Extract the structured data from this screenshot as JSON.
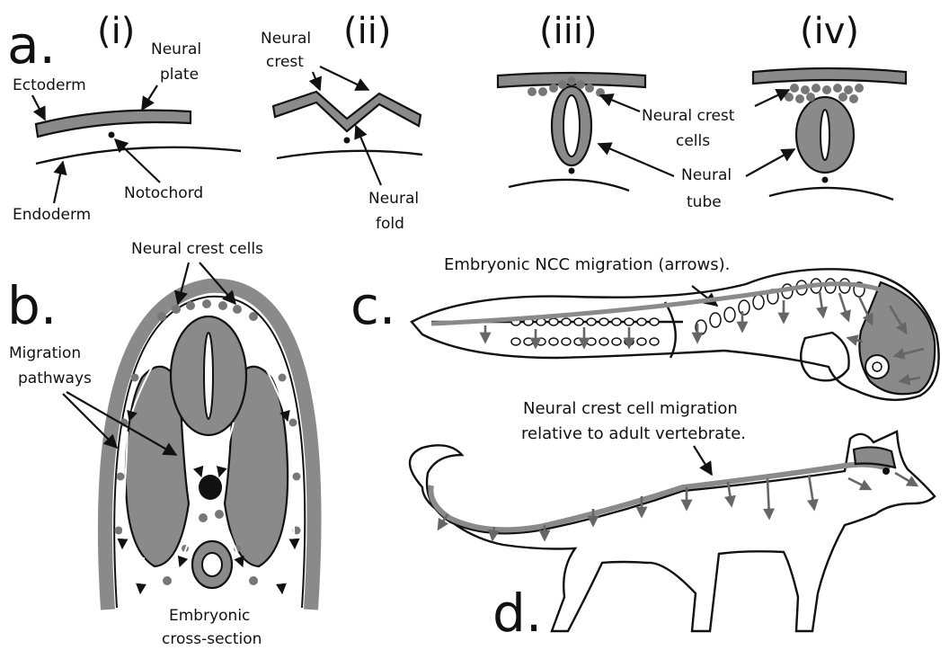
{
  "panels": {
    "a": {
      "letter": "a.",
      "steps": [
        "(i)",
        "(ii)",
        "(iii)",
        "(iv)"
      ],
      "labels": {
        "neural_plate": [
          "Neural",
          "plate"
        ],
        "ectoderm": "Ectoderm",
        "notochord": "Notochord",
        "endoderm": "Endoderm",
        "neural_crest": [
          "Neural",
          "crest"
        ],
        "neural_fold": [
          "Neural",
          "fold"
        ],
        "neural_crest_cells": [
          "Neural crest",
          "cells"
        ],
        "neural_tube": [
          "Neural",
          "tube"
        ]
      }
    },
    "b": {
      "letter": "b.",
      "labels": {
        "neural_crest_cells": "Neural crest cells",
        "migration_pathways": [
          "Migration",
          "pathways"
        ],
        "embryonic_cross_section": [
          "Embryonic",
          "cross-section"
        ]
      }
    },
    "c": {
      "letter": "c.",
      "caption": "Embryonic NCC migration (arrows)."
    },
    "d": {
      "letter": "d.",
      "caption": [
        "Neural crest cell migration",
        "relative to adult vertebrate."
      ]
    }
  },
  "colors": {
    "tissue_gray": "#8a8a8a",
    "cell_gray": "#777777",
    "migration_arrow": "#666666",
    "outline": "#111111",
    "background": "#ffffff"
  }
}
